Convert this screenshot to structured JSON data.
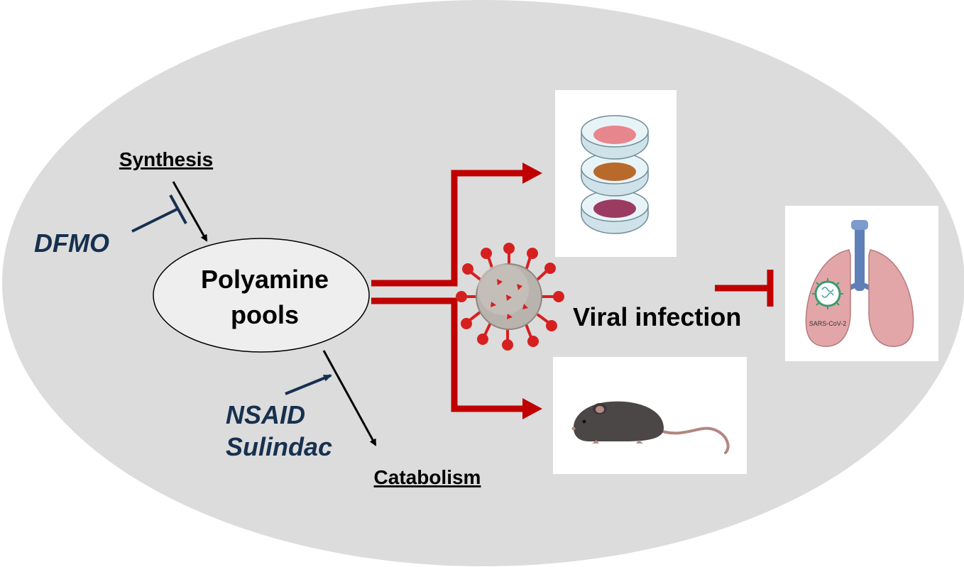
{
  "labels": {
    "synthesis": "Synthesis",
    "catabolism": "Catabolism",
    "dfmo": "DFMO",
    "nsaid": "NSAID",
    "sulindac": "Sulindac",
    "polyamine_line1": "Polyamine",
    "polyamine_line2": "pools",
    "viral_infection": "Viral infection",
    "sars_label": "SARS-CoV-2"
  },
  "colors": {
    "background_ellipse": "#dcdcdc",
    "pool_ellipse": "#eeeeee",
    "red_arrow": "#c00000",
    "drug_text": "#17304f",
    "black": "#000000"
  },
  "icons": {
    "petri": "petri-dish-stack-icon",
    "virus": "coronavirus-icon",
    "mouse": "mouse-icon",
    "lungs": "infected-lungs-icon"
  }
}
